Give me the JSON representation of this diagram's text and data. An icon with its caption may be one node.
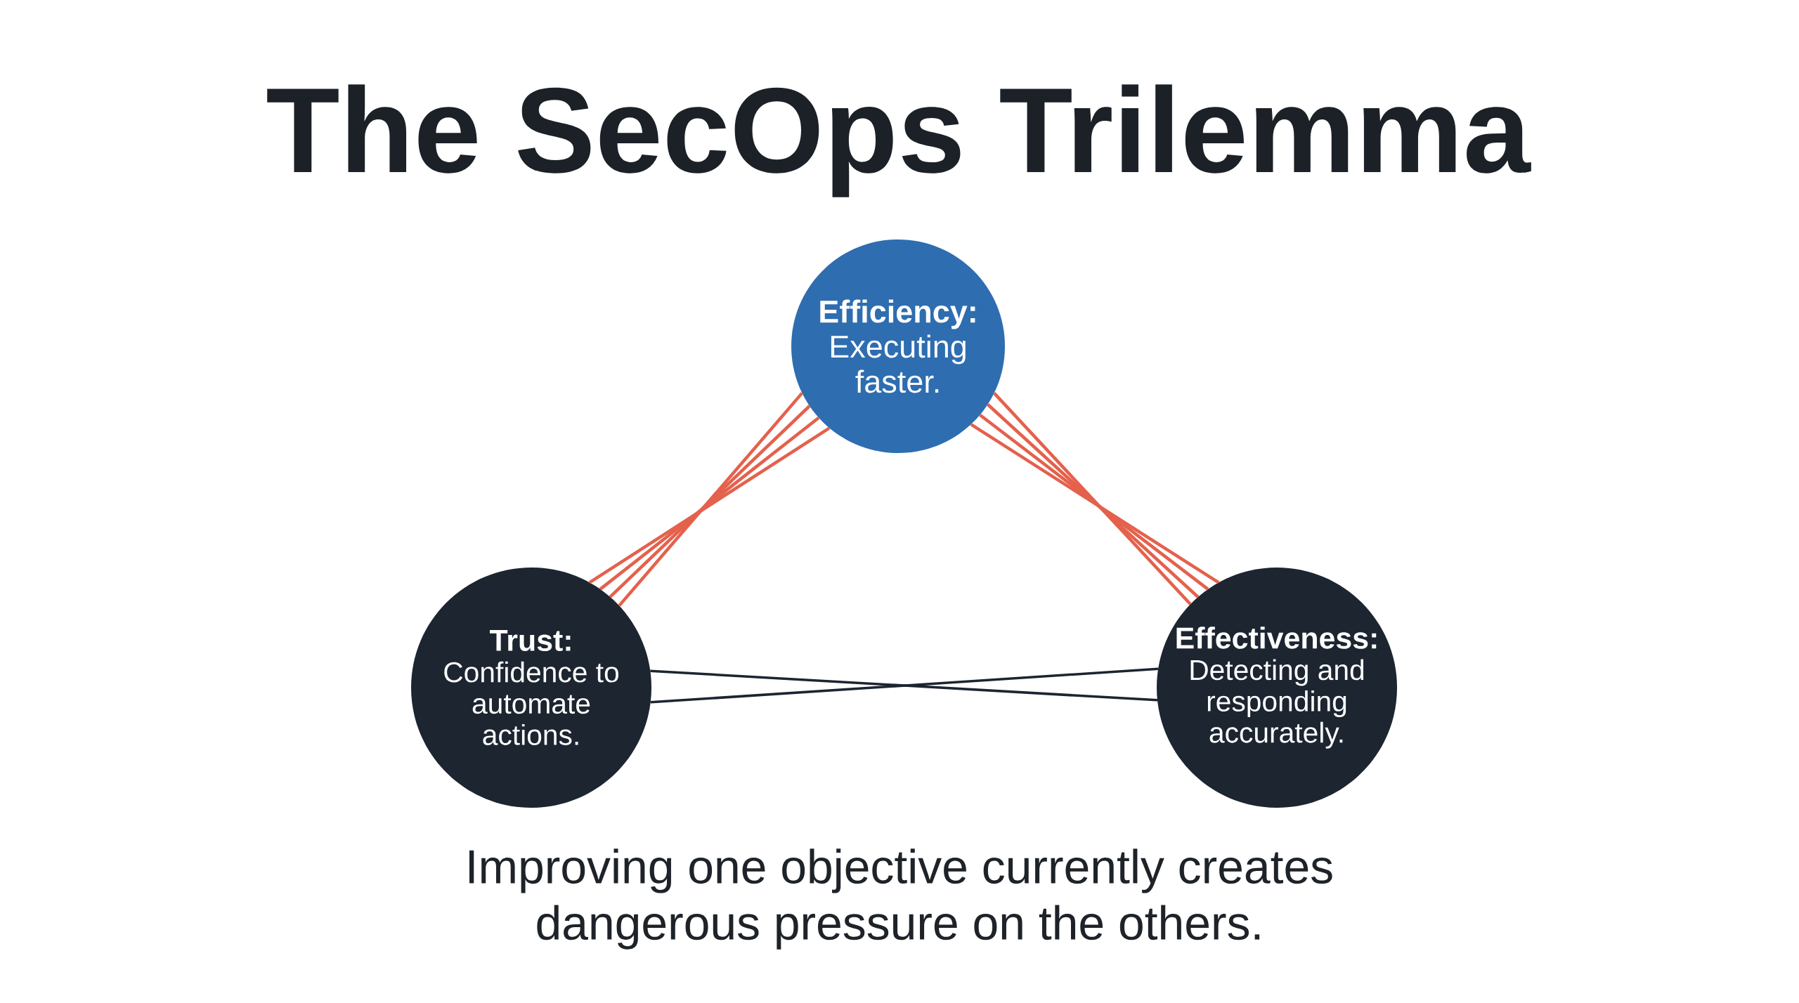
{
  "diagram": {
    "title": "The SecOps Trilemma",
    "caption": "Improving one objective currently creates dangerous pressure on the others.",
    "nodes": [
      {
        "text": [
          "Efficiency:",
          "Executing faster."
        ]
      },
      {
        "text": [
          "Trust:",
          "Confidence to automate actions."
        ]
      },
      {
        "text": [
          "Effectiveness:",
          "Detecting and responding accurately."
        ]
      }
    ],
    "edges": [
      {
        "from": 0,
        "to": 1,
        "arrow": "none"
      },
      {
        "from": 0,
        "to": 1,
        "arrow": "none"
      },
      {
        "from": 0,
        "to": 1,
        "arrow": "none"
      },
      {
        "from": 0,
        "to": 1,
        "arrow": "none"
      },
      {
        "from": 0,
        "to": 2,
        "arrow": "none"
      },
      {
        "from": 0,
        "to": 2,
        "arrow": "none"
      },
      {
        "from": 0,
        "to": 2,
        "arrow": "none"
      },
      {
        "from": 0,
        "to": 2,
        "arrow": "none"
      },
      {
        "from": 1,
        "to": 2,
        "arrow": "none",
        "color": "#1c2530"
      },
      {
        "from": 1,
        "to": 2,
        "arrow": "none",
        "color": "#1c2530"
      }
    ]
  }
}
